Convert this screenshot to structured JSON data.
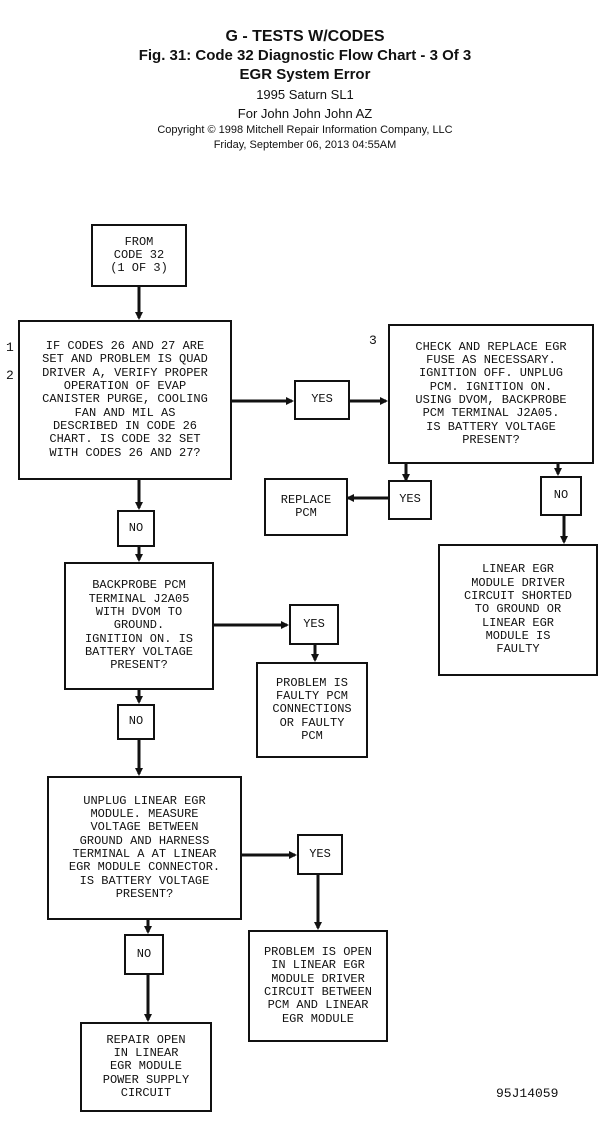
{
  "header": {
    "section": "G - TESTS W/CODES",
    "figure": "Fig. 31:  Code 32 Diagnostic Flow Chart - 3 Of 3",
    "subtitle": "EGR System Error",
    "vehicle": "1995 Saturn SL1",
    "for": "For John John John AZ",
    "copyright": "Copyright © 1998 Mitchell Repair Information Company, LLC",
    "date": "Friday, September 06, 2013  04:55AM"
  },
  "step_labels": {
    "one": "1",
    "two": "2",
    "three": "3"
  },
  "nodes": {
    "start": "FROM\nCODE 32\n(1 OF 3)",
    "q1": "IF CODES 26 AND 27 ARE\nSET AND PROBLEM IS QUAD\nDRIVER A, VERIFY PROPER\nOPERATION OF EVAP\nCANISTER PURGE, COOLING\nFAN AND MIL AS\nDESCRIBED IN CODE 26\nCHART. IS CODE 32 SET\nWITH CODES 26 AND 27?",
    "yes1": "YES",
    "q3": "CHECK AND REPLACE EGR\nFUSE AS NECESSARY.\nIGNITION OFF. UNPLUG\nPCM. IGNITION ON.\nUSING DVOM, BACKPROBE\nPCM TERMINAL J2A05.\nIS BATTERY VOLTAGE\nPRESENT?",
    "yes3": "YES",
    "replace_pcm": "REPLACE\nPCM",
    "no3": "NO",
    "linear_fault": "LINEAR EGR\nMODULE DRIVER\nCIRCUIT SHORTED\nTO GROUND OR\nLINEAR EGR\nMODULE IS\nFAULTY",
    "no1": "NO",
    "q_backprobe": "BACKPROBE PCM\nTERMINAL J2A05\nWITH DVOM TO\nGROUND.\nIGNITION ON. IS\nBATTERY VOLTAGE\nPRESENT?",
    "yes_bp": "YES",
    "faulty_pcm": "PROBLEM IS\nFAULTY PCM\nCONNECTIONS\nOR FAULTY\nPCM",
    "no_bp": "NO",
    "q_unplug": "UNPLUG LINEAR EGR\nMODULE. MEASURE\nVOLTAGE BETWEEN\nGROUND AND HARNESS\nTERMINAL A AT LINEAR\nEGR MODULE CONNECTOR.\nIS BATTERY VOLTAGE\nPRESENT?",
    "yes_un": "YES",
    "open_driver": "PROBLEM IS OPEN\nIN LINEAR EGR\nMODULE DRIVER\nCIRCUIT BETWEEN\nPCM AND LINEAR\nEGR MODULE",
    "no_un": "NO",
    "repair_open": "REPAIR OPEN\nIN LINEAR\nEGR MODULE\nPOWER SUPPLY\nCIRCUIT"
  },
  "figure_code": "95J14059"
}
